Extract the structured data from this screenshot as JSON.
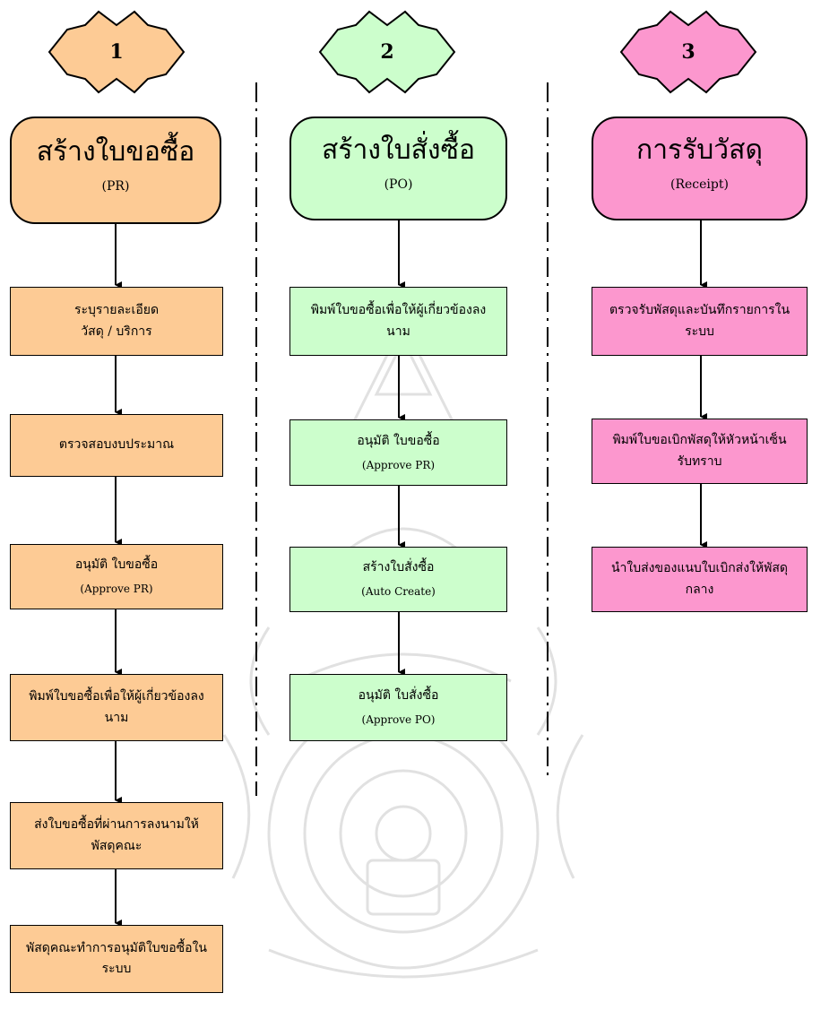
{
  "colors": {
    "col1": "#FDCB95",
    "col2": "#CCFECC",
    "col3": "#FC97CE",
    "line": "#000000"
  },
  "columns": [
    {
      "number": "1",
      "title": "สร้างใบขอซื้อ",
      "subtitle": "(PR)",
      "steps": [
        {
          "text": "ระบุรายละเอียด",
          "text2": "วัสดุ / บริการ"
        },
        {
          "text": "ตรวจสอบงบประมาณ"
        },
        {
          "text": "อนุมัติ ใบขอซื้อ",
          "sub": "(Approve PR)"
        },
        {
          "text": "พิมพ์ใบขอซื้อเพื่อให้ผู้เกี่ยวข้องลง",
          "text2": "นาม"
        },
        {
          "text": "ส่งใบขอซื้อที่ผ่านการลงนามให้",
          "text2": "พัสดุคณะ"
        },
        {
          "text": "พัสดุคณะทำการอนุมัติใบขอซื้อใน",
          "text2": "ระบบ"
        }
      ]
    },
    {
      "number": "2",
      "title": "สร้างใบสั่งซื้อ",
      "subtitle": "(PO)",
      "steps": [
        {
          "text": "พิมพ์ใบขอซื้อเพื่อให้ผู้เกี่ยวข้องลง",
          "text2": "นาม"
        },
        {
          "text": "อนุมัติ ใบขอซื้อ",
          "sub": "(Approve PR)"
        },
        {
          "text": "สร้างใบสั่งซื้อ",
          "sub": "(Auto Create)"
        },
        {
          "text": "อนุมัติ ใบสั่งซื้อ",
          "sub": "(Approve PO)"
        }
      ]
    },
    {
      "number": "3",
      "title": "การรับวัสดุ",
      "subtitle": "(Receipt)",
      "steps": [
        {
          "text": "ตรวจรับพัสดุและบันทึกรายการใน",
          "text2": "ระบบ"
        },
        {
          "text": "พิมพ์ใบขอเบิกพัสดุให้หัวหน้าเซ็น",
          "text2": "รับทราบ"
        },
        {
          "text": "นำใบส่งของแนบใบเบิกส่งให้พัสดุ",
          "text2": "กลาง"
        }
      ]
    }
  ]
}
